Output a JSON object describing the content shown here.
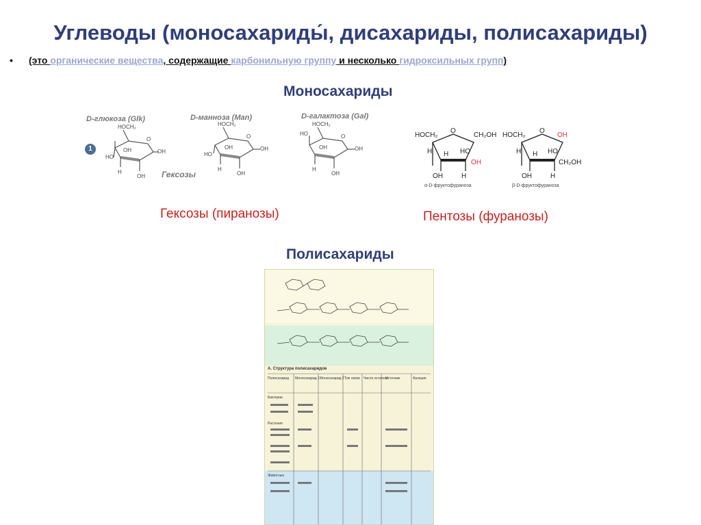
{
  "title": "Углеводы (моносахариды́, дисахариды, полисахариды)",
  "bullet": {
    "marker": "•",
    "parts": [
      {
        "text": "(это ",
        "kind": "plain"
      },
      {
        "text": "органические вещества",
        "kind": "link"
      },
      {
        "text": ", содержащие ",
        "kind": "plain"
      },
      {
        "text": "карбонильную группу",
        "kind": "link"
      },
      {
        "text": " и несколько ",
        "kind": "plain"
      },
      {
        "text": "гидроксильных групп",
        "kind": "link"
      },
      {
        "text": ")",
        "kind": "plain"
      }
    ]
  },
  "headings": {
    "monosaccharides": "Моносахариды",
    "polysaccharides": "Полисахариды"
  },
  "captions": {
    "hexoses": "Гексозы (пиранозы)",
    "pentoses": "Пентозы (фуранозы)"
  },
  "hexose_figure": {
    "glucose": "D-глюкоза (Glk)",
    "mannose": "D-манноза (Man)",
    "galactose": "D-галактоза (Gal)",
    "group_label": "Гексозы",
    "number": "1"
  },
  "fructose_figure": {
    "alpha": "α-D-фруктофураноза",
    "beta": "β-D-фруктофураноза"
  },
  "poly_table": {
    "caption": "A. Структура полисахаридов",
    "headers": [
      "Полисахарид",
      "Моносахарид 1",
      "Моносахарид 2",
      "Тип связи",
      "Число остатков",
      "Источник",
      "Функция"
    ],
    "sections": [
      "Бактерии",
      "Растения",
      "Животные"
    ]
  }
}
